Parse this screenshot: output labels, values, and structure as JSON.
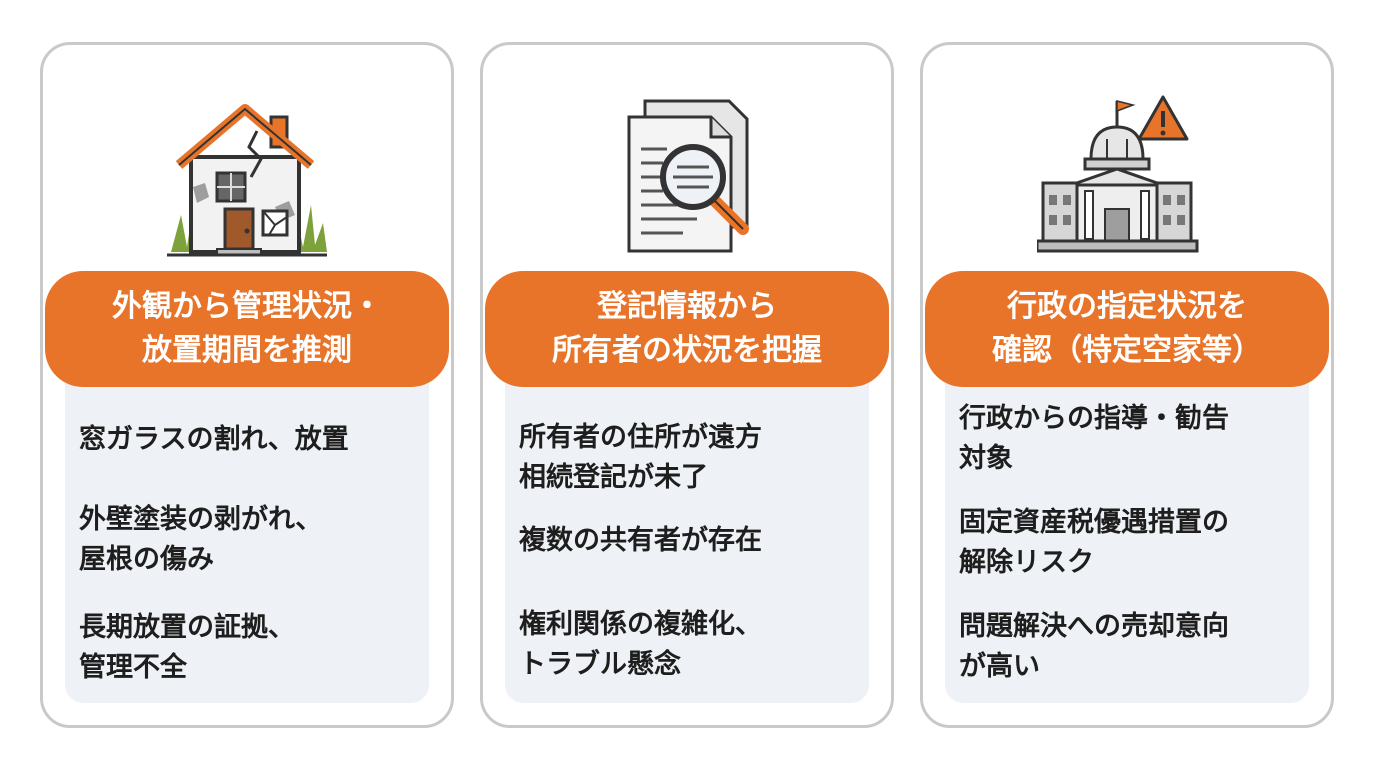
{
  "cards": [
    {
      "heading": [
        "外観から管理状況・",
        "放置期間を推測"
      ],
      "items": [
        [
          "窓ガラスの割れ、放置"
        ],
        [
          "外壁塗装の剥がれ、",
          "屋根の傷み"
        ],
        [
          "長期放置の証拠、",
          "管理不全"
        ]
      ]
    },
    {
      "heading": [
        "登記情報から",
        "所有者の状況を把握"
      ],
      "items": [
        [
          "所有者の住所が遠方",
          "相続登記が未了"
        ],
        [
          "複数の共有者が存在"
        ],
        [
          "権利関係の複雑化、",
          "トラブル懸念"
        ]
      ]
    },
    {
      "heading": [
        "行政の指定状況を",
        "確認（特定空家等）"
      ],
      "items": [
        [
          "行政からの指導・勧告",
          "対象"
        ],
        [
          "固定資産税優遇措置の",
          "解除リスク"
        ],
        [
          "問題解決への売却意向",
          "が高い"
        ]
      ]
    }
  ],
  "icons": [
    "damaged-house-icon",
    "document-magnifier-icon",
    "government-building-warning-icon"
  ],
  "colors": {
    "accent": "#e8742a",
    "panel": "#eef1f5",
    "border": "#c9c9c9",
    "text": "#1e1e1e"
  }
}
